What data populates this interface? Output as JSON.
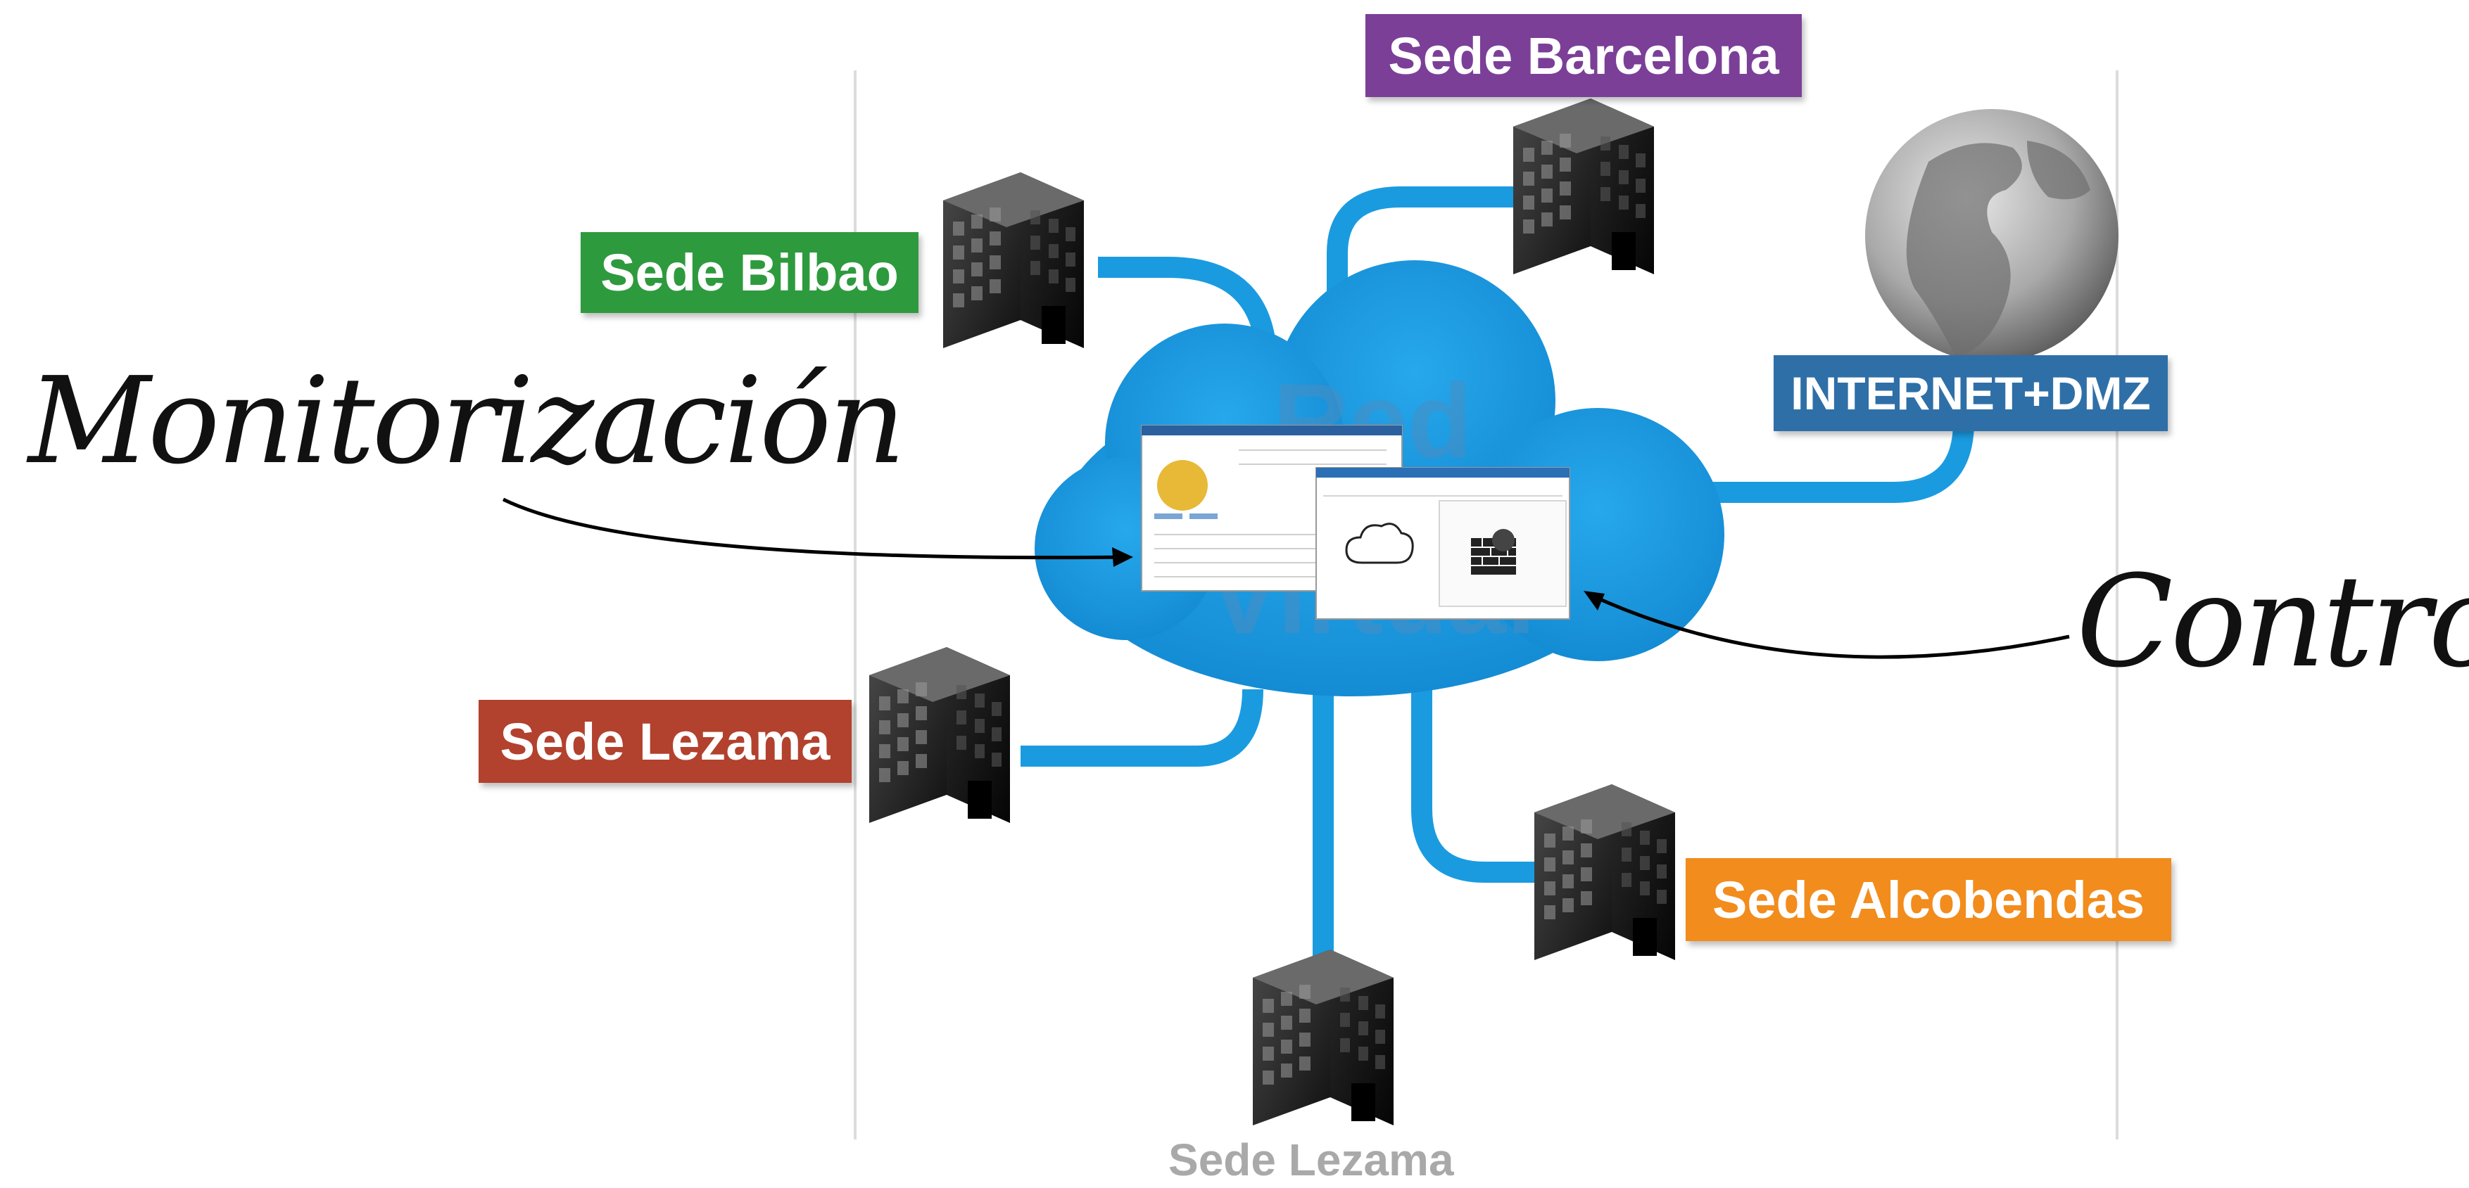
{
  "sites": {
    "barcelona": "Sede Barcelona",
    "bilbao": "Sede Bilbao",
    "lezama_left": "Sede Lezama",
    "alcobendas": "Sede Alcobendas",
    "lezama_bottom": "Sede Lezama"
  },
  "internet": "INTERNET+DMZ",
  "cloud_text_top": "Red",
  "cloud_text_bottom": "Virtual",
  "annotations": {
    "monitoring": "Monitorización",
    "control": "Control"
  },
  "colors": {
    "barcelona": "#7b3f98",
    "bilbao": "#2e9a3e",
    "lezama": "#b2412e",
    "alcobendas": "#f28c1c",
    "internet": "#2f6fa7",
    "cloud": "#1a9be0",
    "pipe": "#1a9be0"
  },
  "icons": {
    "building": "office-building-icon",
    "globe": "globe-icon",
    "firewall": "firewall-icon"
  }
}
